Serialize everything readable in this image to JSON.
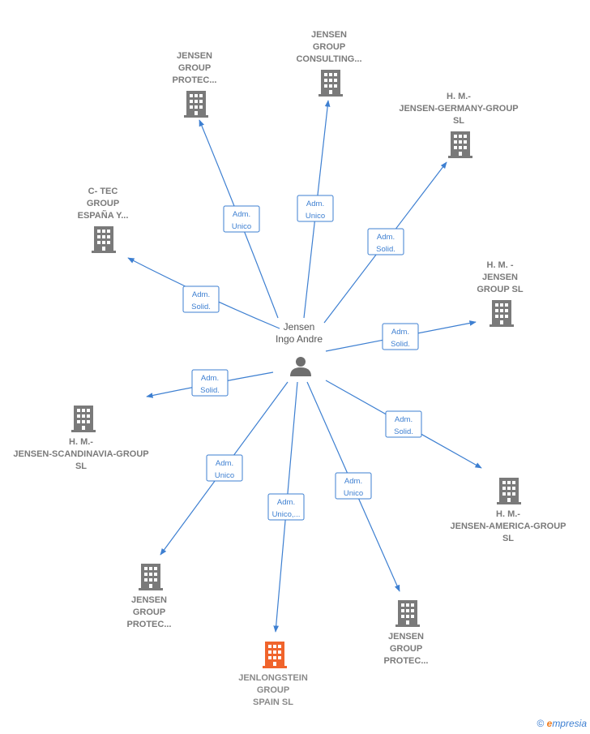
{
  "center": {
    "name_lines": [
      "Jensen",
      "Ingo Andre"
    ],
    "icon": "person-icon"
  },
  "nodes": [
    {
      "id": "n1",
      "name_lines": [
        "JENSEN",
        "GROUP",
        "PROTEC..."
      ],
      "icon": "building-icon",
      "highlight": false,
      "relation_lines": [
        "Adm.",
        "Unico"
      ]
    },
    {
      "id": "n2",
      "name_lines": [
        "JENSEN",
        "GROUP",
        "CONSULTING..."
      ],
      "icon": "building-icon",
      "highlight": false,
      "relation_lines": [
        "Adm.",
        "Unico"
      ]
    },
    {
      "id": "n3",
      "name_lines": [
        "H. M.-",
        "JENSEN-GERMANY-GROUP",
        "SL"
      ],
      "icon": "building-icon",
      "highlight": false,
      "relation_lines": [
        "Adm.",
        "Solid."
      ]
    },
    {
      "id": "n4",
      "name_lines": [
        "C- TEC",
        "GROUP",
        "ESPAÑA Y..."
      ],
      "icon": "building-icon",
      "highlight": false,
      "relation_lines": [
        "Adm.",
        "Solid."
      ]
    },
    {
      "id": "n5",
      "name_lines": [
        "H. M. -",
        "JENSEN",
        "GROUP  SL"
      ],
      "icon": "building-icon",
      "highlight": false,
      "relation_lines": [
        "Adm.",
        "Solid."
      ]
    },
    {
      "id": "n6",
      "name_lines": [
        "H. M.-",
        "JENSEN-SCANDINAVIA-GROUP",
        "SL"
      ],
      "icon": "building-icon",
      "highlight": false,
      "relation_lines": [
        "Adm.",
        "Solid."
      ]
    },
    {
      "id": "n7",
      "name_lines": [
        "H. M.-",
        "JENSEN-AMERICA-GROUP",
        "SL"
      ],
      "icon": "building-icon",
      "highlight": false,
      "relation_lines": [
        "Adm.",
        "Solid."
      ]
    },
    {
      "id": "n8",
      "name_lines": [
        "JENSEN",
        "GROUP",
        "PROTEC..."
      ],
      "icon": "building-icon",
      "highlight": false,
      "relation_lines": [
        "Adm.",
        "Unico"
      ]
    },
    {
      "id": "n9",
      "name_lines": [
        "JENLONGSTEIN",
        "GROUP",
        "SPAIN  SL"
      ],
      "icon": "building-icon",
      "highlight": true,
      "relation_lines": [
        "Adm.",
        "Unico,..."
      ]
    },
    {
      "id": "n10",
      "name_lines": [
        "JENSEN",
        "GROUP",
        "PROTEC..."
      ],
      "icon": "building-icon",
      "highlight": false,
      "relation_lines": [
        "Adm.",
        "Unico"
      ]
    }
  ],
  "colors": {
    "edge": "#3d7fd1",
    "building": "#7a7a7a",
    "building_highlight": "#f0642c",
    "person": "#6e6e6e"
  },
  "watermark": {
    "symbol": "©",
    "brand_initial": "e",
    "brand_rest": "mpresia"
  }
}
